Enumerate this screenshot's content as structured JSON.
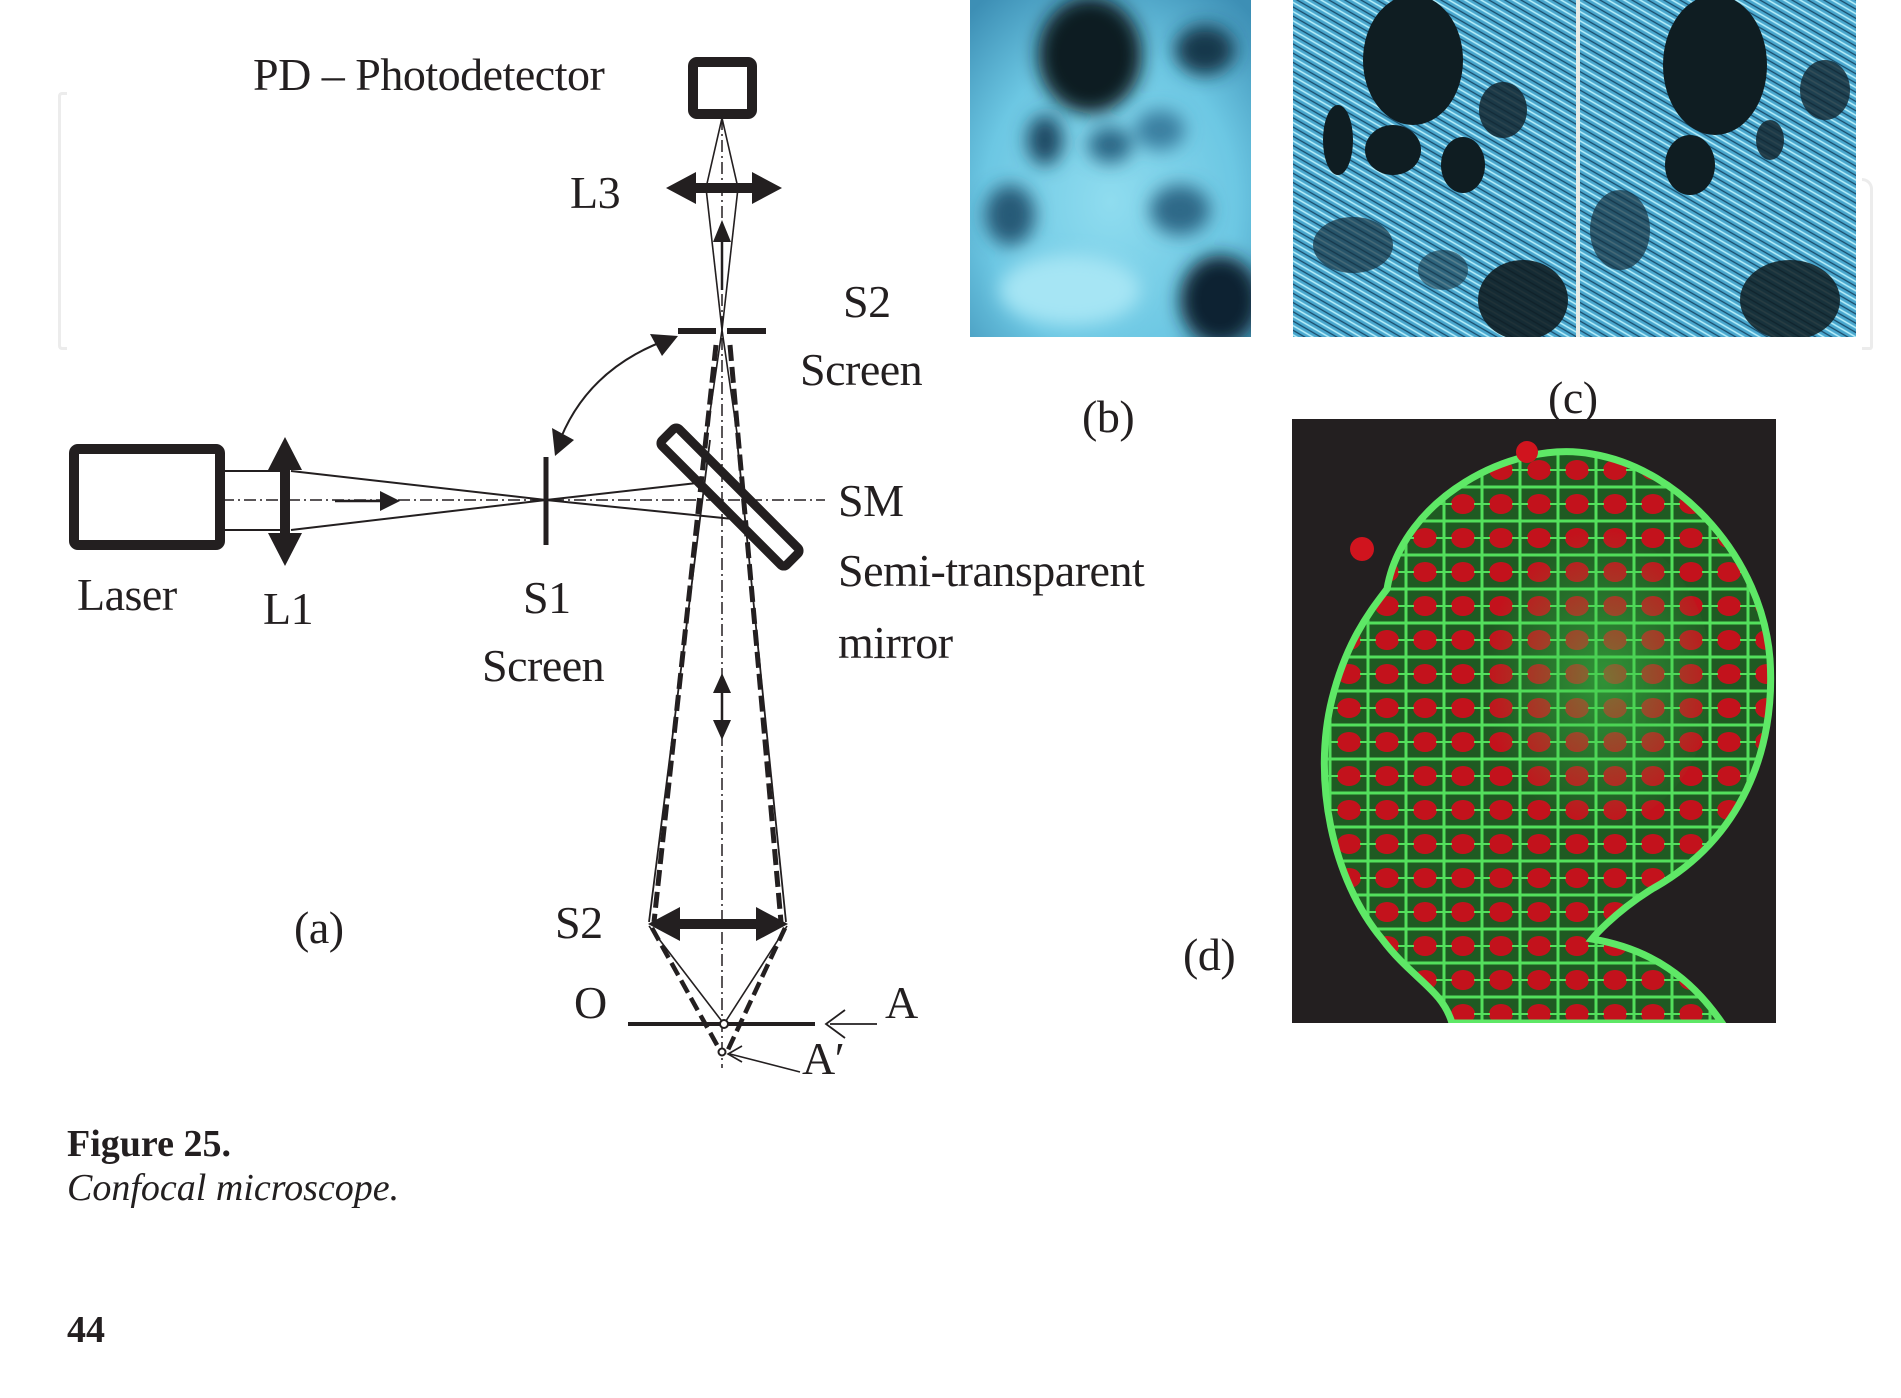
{
  "figure": {
    "number_label": "Figure 25.",
    "caption": "Confocal microscope.",
    "page_number": "44"
  },
  "panel_a": {
    "panel_label": "(a)",
    "labels": {
      "photodetector": "PD – Photodetector",
      "lens_l3": "L3",
      "screen_s2_top_id": "S2",
      "screen_s2_top_name": "Screen",
      "mirror_id": "SM",
      "mirror_name_line1": "Semi-transparent",
      "mirror_name_line2": "mirror",
      "laser": "Laser",
      "lens_l1": "L1",
      "screen_s1_id": "S1",
      "screen_s1_name": "Screen",
      "objective_s2": "S2",
      "plane_o": "O",
      "point_a": "A",
      "point_a_prime": "A′"
    }
  },
  "panel_b": {
    "panel_label": "(b)"
  },
  "panel_c": {
    "panel_label": "(c)"
  },
  "panel_d": {
    "panel_label": "(d)"
  },
  "colors": {
    "ink": "#231f20",
    "cyan_stain": "#7fd8ee",
    "green_stain": "#3fd14a",
    "red_stain": "#d0141e",
    "dark_bg": "#231f20"
  }
}
